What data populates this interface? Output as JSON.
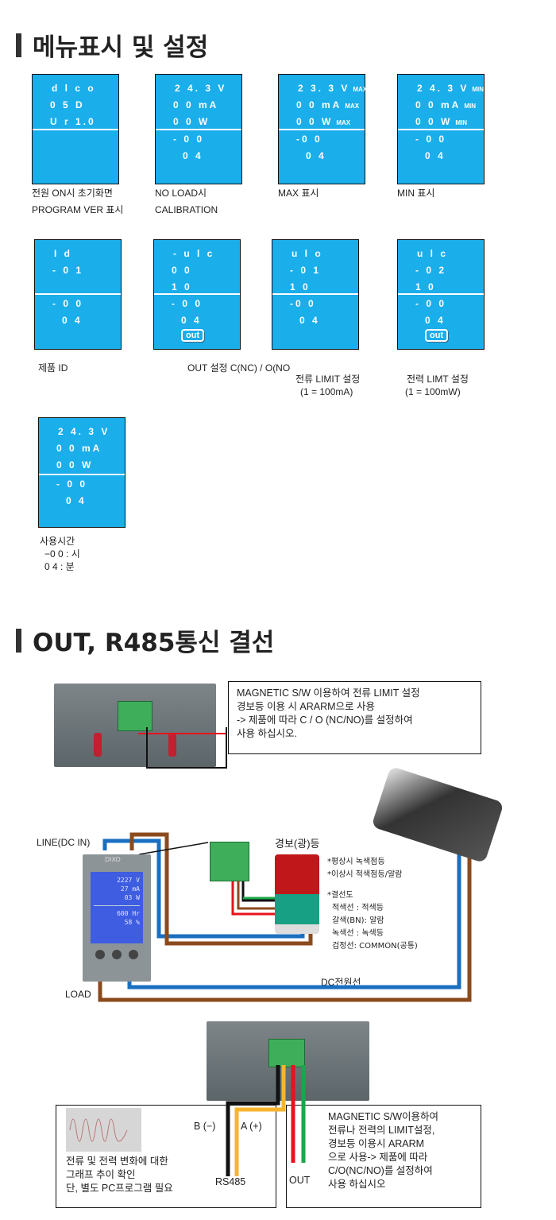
{
  "section1": {
    "title": "메뉴표시 및 설정"
  },
  "row1": [
    {
      "lines": [
        "d l c o",
        "0 5 D",
        "U r 1.0"
      ],
      "bottom": [],
      "caption": [
        "전원 ON시 초기화면",
        "PROGRAM VER 표시"
      ]
    },
    {
      "lines": [
        "2 4. 3 V",
        "0 0 mA",
        "0 0 W"
      ],
      "bottom": [
        "- 0 0",
        "0 4"
      ],
      "caption": [
        "NO LOAD시",
        "CALIBRATION"
      ]
    },
    {
      "lines": [
        "2 3. 3 V",
        "0 0 mA",
        "0 0 W"
      ],
      "suffix": "MAX",
      "bottom": [
        "-0 0",
        "0 4"
      ],
      "caption": [
        "MAX 표시"
      ]
    },
    {
      "lines": [
        "2 4. 3 V",
        "0 0 mA",
        "0 0 W"
      ],
      "suffix": "MIN",
      "bottom": [
        "- 0 0",
        "0 4"
      ],
      "caption": [
        "MIN 표시"
      ]
    }
  ],
  "row2": [
    {
      "lines": [
        "I d",
        "-  0 1",
        ""
      ],
      "bottom": [
        "- 0 0",
        "0 4"
      ]
    },
    {
      "lines": [
        "-  u l c",
        "0 0",
        "1 0"
      ],
      "bottom": [
        "- 0 0",
        "0 4"
      ],
      "badge": "out"
    },
    {
      "lines": [
        "u l o",
        "-  0 1",
        "1 0"
      ],
      "bottom": [
        "-0 0",
        "0 4"
      ]
    },
    {
      "lines": [
        "u l c",
        "-  0 2",
        "1 0"
      ],
      "bottom": [
        "- 0 0",
        "0 4"
      ],
      "badge": "out"
    }
  ],
  "row2_captions": {
    "id": "제품 ID",
    "out": "OUT 설정 C(NC) / O(NO",
    "current": [
      "전류 LIMIT 설정",
      "(1 = 100mA)"
    ],
    "power": [
      "전력 LIMT 설정",
      "(1 = 100mW)"
    ]
  },
  "row3": {
    "lines": [
      "2 4. 3 V",
      "0 0 mA",
      "0 0 W"
    ],
    "bottom": [
      "- 0 0",
      "0 4"
    ],
    "caption": [
      "사용시간",
      "−0 0 : 시",
      "0 4 : 분"
    ]
  },
  "section2": {
    "title": "OUT, R485통신 결선"
  },
  "note1": [
    "MAGNETIC S/W 이용하여 전류 LIMIT 설정",
    "경보등 이용 시 ARARM으로 사용",
    "-> 제품에 따라 C / O (NC/NO)를 설정하여",
    "사용 하십시오."
  ],
  "diagram": {
    "line_in": "LINE(DC IN)",
    "load": "LOAD",
    "dc_power": "DC전원선",
    "alarm_title": "경보(광)등",
    "device_brand": "DIXO",
    "display": [
      "2227 V",
      "27 mA",
      "03 W",
      "600 Hr",
      "58 %"
    ],
    "alarm_notes": [
      "*평상시 녹색점등",
      "*이상시 적색점등/알람",
      "*결선도",
      "적색선 : 적색등",
      "갈색(BN): 알람",
      "녹색선 : 녹색등",
      "검정선: COMMON(공통)"
    ]
  },
  "bottom": {
    "left_text": [
      "전류 및 전력 변화에 대한",
      "그래프 추이 확인",
      "단, 별도 PC프로그램 필요"
    ],
    "b_minus": "B (−)",
    "a_plus": "A (+)",
    "rs485": "RS485",
    "out": "OUT",
    "right_text": [
      "MAGNETIC S/W이용하여",
      "전류나 전력의 LIMIT설정,",
      "경보등 이용시 ARARM",
      "으로 사용-> 제품에 따라",
      "C/O(NC/NO)를 설정하여",
      "사용 하십시오"
    ]
  },
  "colors": {
    "lcd": "#1aaeeb",
    "blue_wire": "#1a6fc0",
    "brown_wire": "#8b4a1c",
    "red": "#e8121e",
    "green": "#1aa64a",
    "yellow": "#f7b52c"
  }
}
